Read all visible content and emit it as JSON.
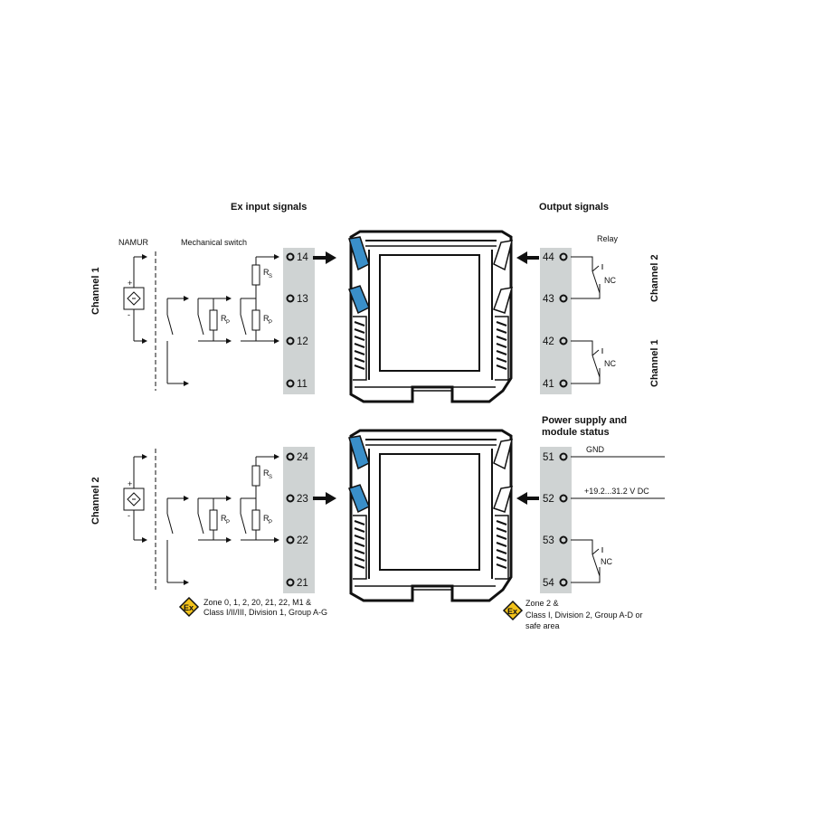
{
  "headings": {
    "ex_input": "Ex input signals",
    "output": "Output signals",
    "power": [
      "Power supply and",
      "module status"
    ]
  },
  "labels": {
    "namur": "NAMUR",
    "mech_switch": "Mechanical switch",
    "relay": "Relay",
    "channel_1": "Channel 1",
    "channel_2": "Channel 2",
    "gnd": "GND",
    "supply": "+19.2...31.2 V DC",
    "nc": "NC",
    "plus": "+",
    "minus": "-",
    "r": "R",
    "sub_s": "S",
    "sub_p": "P"
  },
  "terminals": {
    "input_top": [
      "14",
      "13",
      "12",
      "11"
    ],
    "input_bottom": [
      "24",
      "23",
      "22",
      "21"
    ],
    "output_top": [
      "44",
      "43",
      "42",
      "41"
    ],
    "output_bottom": [
      "51",
      "52",
      "53",
      "54"
    ]
  },
  "notes": {
    "zone_left": [
      "Zone 0, 1, 2, 20, 21, 22, M1 &",
      "Class I/II/III, Division 1, Group A-G"
    ],
    "zone_right": [
      "Zone 2 &",
      "Class I, Division 2, Group A-D or",
      "safe area"
    ]
  },
  "ex_badge": "Ex",
  "colors": {
    "terminal_strip": "#cfd3d3",
    "blue_tab": "#3a8fc9",
    "ex_yellow": "#f2c21b"
  }
}
